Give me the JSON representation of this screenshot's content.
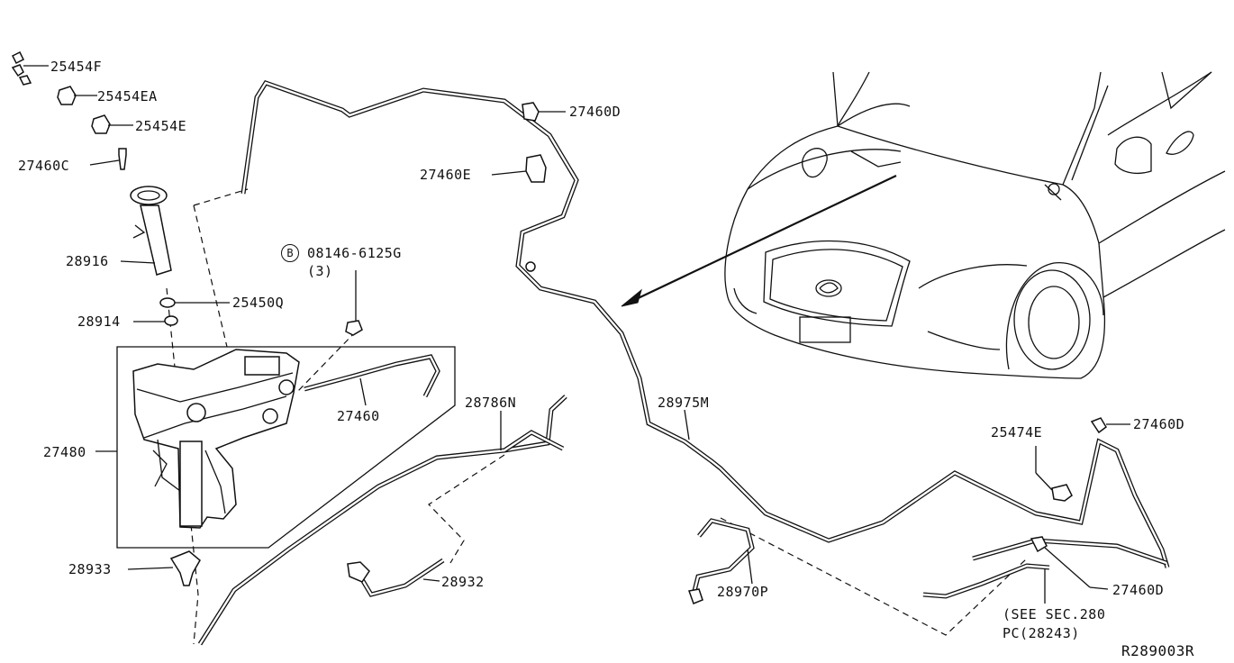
{
  "diagram": {
    "ref_code": "R289003R",
    "labels": {
      "p25454F": "25454F",
      "p25454EA": "25454EA",
      "p25454E": "25454E",
      "p27460C": "27460C",
      "p28916": "28916",
      "p25450Q": "25450Q",
      "p28914": "28914",
      "p27480": "27480",
      "p28933": "28933",
      "p27460": "27460",
      "p08146": "08146-6125G",
      "p08146_qty": "(3)",
      "p08146_sym": "B",
      "p27460D_top": "27460D",
      "p27460E": "27460E",
      "p28786N": "28786N",
      "p28932": "28932",
      "p28975M": "28975M",
      "p25474E": "25474E",
      "p27460D_right": "27460D",
      "p27460D_low": "27460D",
      "p28970P": "28970P",
      "see_sec": "(SEE SEC.280",
      "see_pc": "PC(28243)"
    }
  }
}
